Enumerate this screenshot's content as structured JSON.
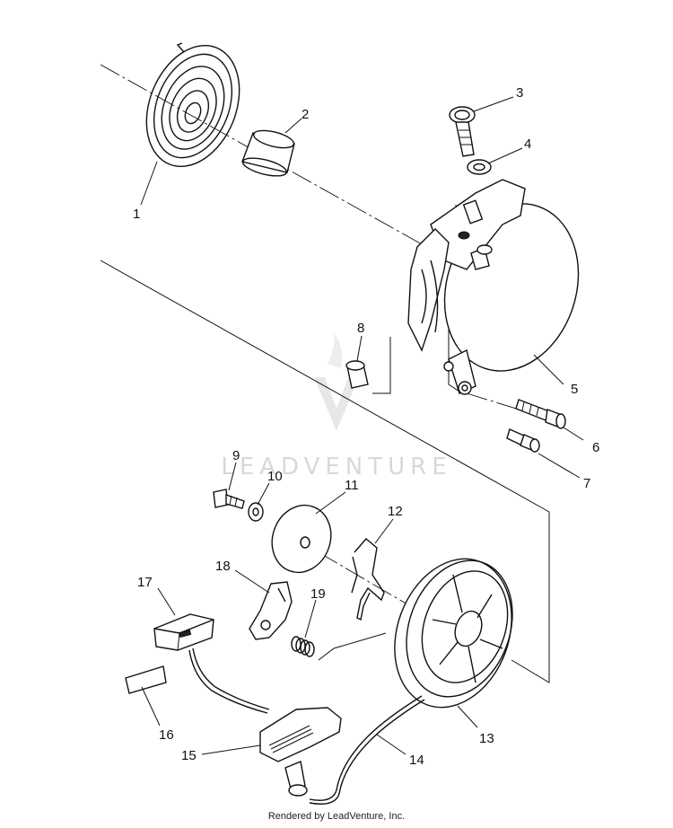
{
  "watermark": {
    "text": "LEADVENTURE"
  },
  "footer": {
    "text": "Rendered by LeadVenture, Inc."
  },
  "callouts": [
    {
      "id": "1",
      "label": "1"
    },
    {
      "id": "2",
      "label": "2"
    },
    {
      "id": "3",
      "label": "3"
    },
    {
      "id": "4",
      "label": "4"
    },
    {
      "id": "5",
      "label": "5"
    },
    {
      "id": "6",
      "label": "6"
    },
    {
      "id": "7",
      "label": "7"
    },
    {
      "id": "8",
      "label": "8"
    },
    {
      "id": "9",
      "label": "9"
    },
    {
      "id": "10",
      "label": "10"
    },
    {
      "id": "11",
      "label": "11"
    },
    {
      "id": "12",
      "label": "12"
    },
    {
      "id": "13",
      "label": "13"
    },
    {
      "id": "14",
      "label": "14"
    },
    {
      "id": "15",
      "label": "15"
    },
    {
      "id": "16",
      "label": "16"
    },
    {
      "id": "17",
      "label": "17"
    },
    {
      "id": "18",
      "label": "18"
    },
    {
      "id": "19",
      "label": "19"
    }
  ]
}
